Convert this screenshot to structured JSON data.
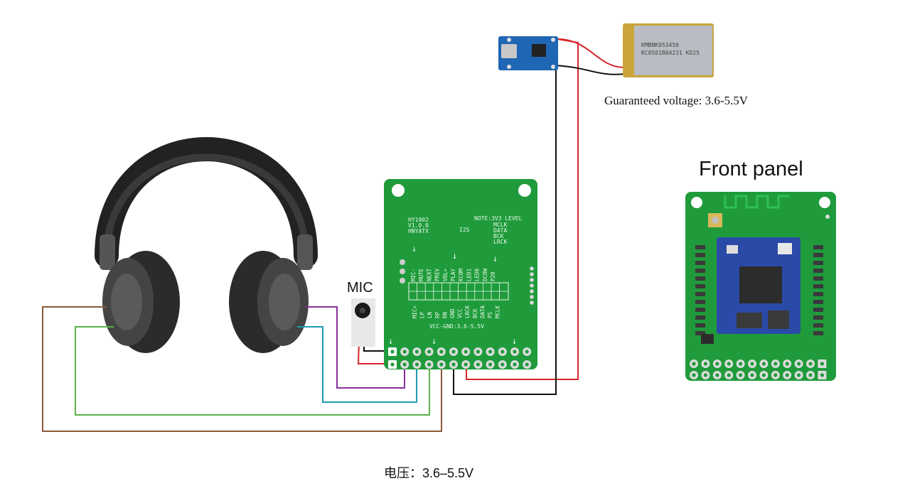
{
  "labels": {
    "voltage_top": "Guaranteed voltage: 3.6-5.5V",
    "front_panel": "Front panel",
    "mic": "MIC",
    "voltage_bottom": "电压：3.6–5.5V"
  },
  "battery": {
    "line1": "KMBNK053450",
    "line2": "KC0501B04231 KD25"
  },
  "board": {
    "model_lines": [
      "HY1002",
      "V1.0.0",
      "HNYATX"
    ],
    "note_lines": [
      "NOTE:3V3 LEVEL",
      "MCLK",
      "DATA",
      "BCK",
      "LRCK"
    ],
    "i2s": "I2S",
    "pins_top": [
      "MIC-",
      "MUTE",
      "NEXT",
      "PREV",
      "VOL+",
      "PLAY",
      "KCOM",
      "LED1",
      "LED0",
      "DCOW",
      "P20"
    ],
    "pins_bottom": [
      "MIC+",
      "LP",
      "LN",
      "RP",
      "RN",
      "GND",
      "VCC",
      "LRCK",
      "BCK",
      "DATA",
      "PS",
      "MCLK"
    ],
    "vcc_note": "VCC-GND:3.6-5.5V"
  },
  "colors": {
    "pcb": "#1f9b3b",
    "pcb_dark": "#178030",
    "wire_red": "#d8262b",
    "wire_black": "#111111",
    "wire_purple": "#8a2f9a",
    "wire_teal": "#1f9bb0",
    "wire_green": "#5bb24a",
    "wire_brown": "#8a5a3a",
    "headphone": "#2a2a2a",
    "chip_blue": "#2a4aa8"
  }
}
